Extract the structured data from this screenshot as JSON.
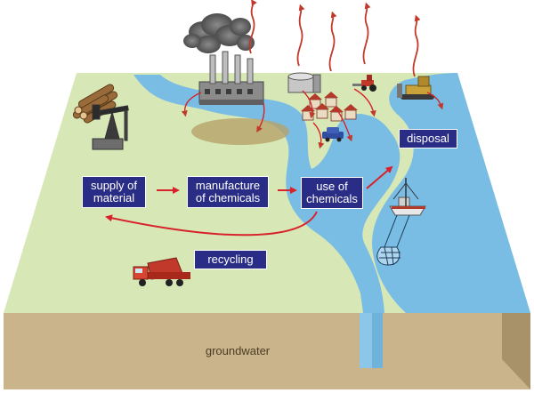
{
  "colors": {
    "land": "#d7e8b6",
    "water": "#79bde4",
    "water_light": "#a9d3ef",
    "soil_front": "#c9b48c",
    "soil_side": "#a8926a",
    "label_bg": "#2a2d86",
    "arrow_red": "#d7222b",
    "vapor_red": "#c0392b"
  },
  "labels": {
    "supply": "supply of\nmaterial",
    "manufacture": "manufacture\nof chemicals",
    "use": "use of\nchemicals",
    "disposal": "disposal",
    "recycling": "recycling",
    "groundwater": "groundwater"
  },
  "icons": {
    "factory": "factory-icon",
    "smoke": "smoke-icon",
    "oil_pump": "oil-pump-icon",
    "logs": "log-pile-icon",
    "houses": "houses-icon",
    "car": "car-icon",
    "tractor": "tractor-icon",
    "bulldozer": "bulldozer-icon",
    "truck": "dump-truck-icon",
    "boat": "fishing-boat-icon",
    "net": "fishing-net-icon"
  }
}
